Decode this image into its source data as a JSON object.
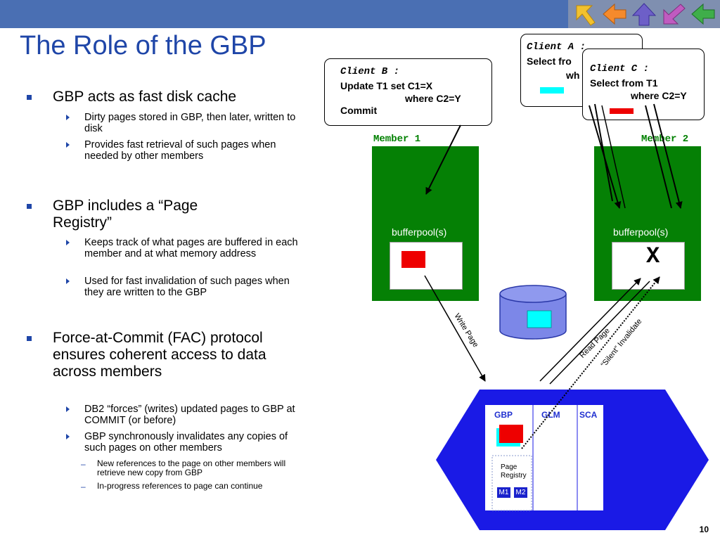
{
  "slide": {
    "title": "The Role of the GBP",
    "page_number": "10"
  },
  "nav": {
    "icons": [
      "back-arrow-icon",
      "left-arrow-icon",
      "up-arrow-icon",
      "down-left-arrow-icon",
      "left-arrow-green-icon"
    ]
  },
  "bullets": [
    {
      "text": "GBP acts as fast disk cache",
      "subs": [
        "Dirty pages stored in GBP, then later, written to disk",
        "Provides fast retrieval of such pages when needed by other members"
      ]
    },
    {
      "text": "GBP includes a “Page Registry”",
      "subs": [
        "Keeps track of what pages are buffered in each member and at what memory address",
        "Used for fast invalidation of such pages when they are written to the GBP"
      ]
    },
    {
      "text": "Force-at-Commit (FAC) protocol ensures coherent access to data across members",
      "subs": [
        "DB2 “forces” (writes) updated pages to GBP at COMMIT (or before)",
        "GBP synchronously invalidates any copies of such pages on other members"
      ],
      "subsubs": [
        "New  references to the page on other members will retrieve new copy from GBP",
        "In-progress references to page can continue"
      ]
    }
  ],
  "clients": {
    "a": {
      "name": "Client A :",
      "line1": "Select fro",
      "line2": "wh"
    },
    "b": {
      "name": "Client B :",
      "line1": "Update T1 set C1=X",
      "line2": "where C2=Y",
      "line3": "Commit"
    },
    "c": {
      "name": "Client C :",
      "line1": "Select from T1",
      "line2": "where C2=Y"
    }
  },
  "members": {
    "m1": {
      "label": "Member 1",
      "bufferpool": "bufferpool(s)"
    },
    "m2": {
      "label": "Member 2",
      "bufferpool": "bufferpool(s)",
      "invalid_mark": "X"
    }
  },
  "arrows": {
    "write_page": "Write Page",
    "read_page": "Read Page",
    "silent_invalidate": "“Silent” Invalidate"
  },
  "cf": {
    "columns": [
      "GBP",
      "GLM",
      "SCA"
    ],
    "page_registry": "Page Registry",
    "registry_entries": [
      "M1",
      "M2"
    ]
  },
  "colors": {
    "accent": "#1f46a8",
    "member_green": "#058005",
    "cf_blue": "#1a1ae6",
    "page_red": "#ee0000",
    "page_cyan": "#00ffff"
  }
}
